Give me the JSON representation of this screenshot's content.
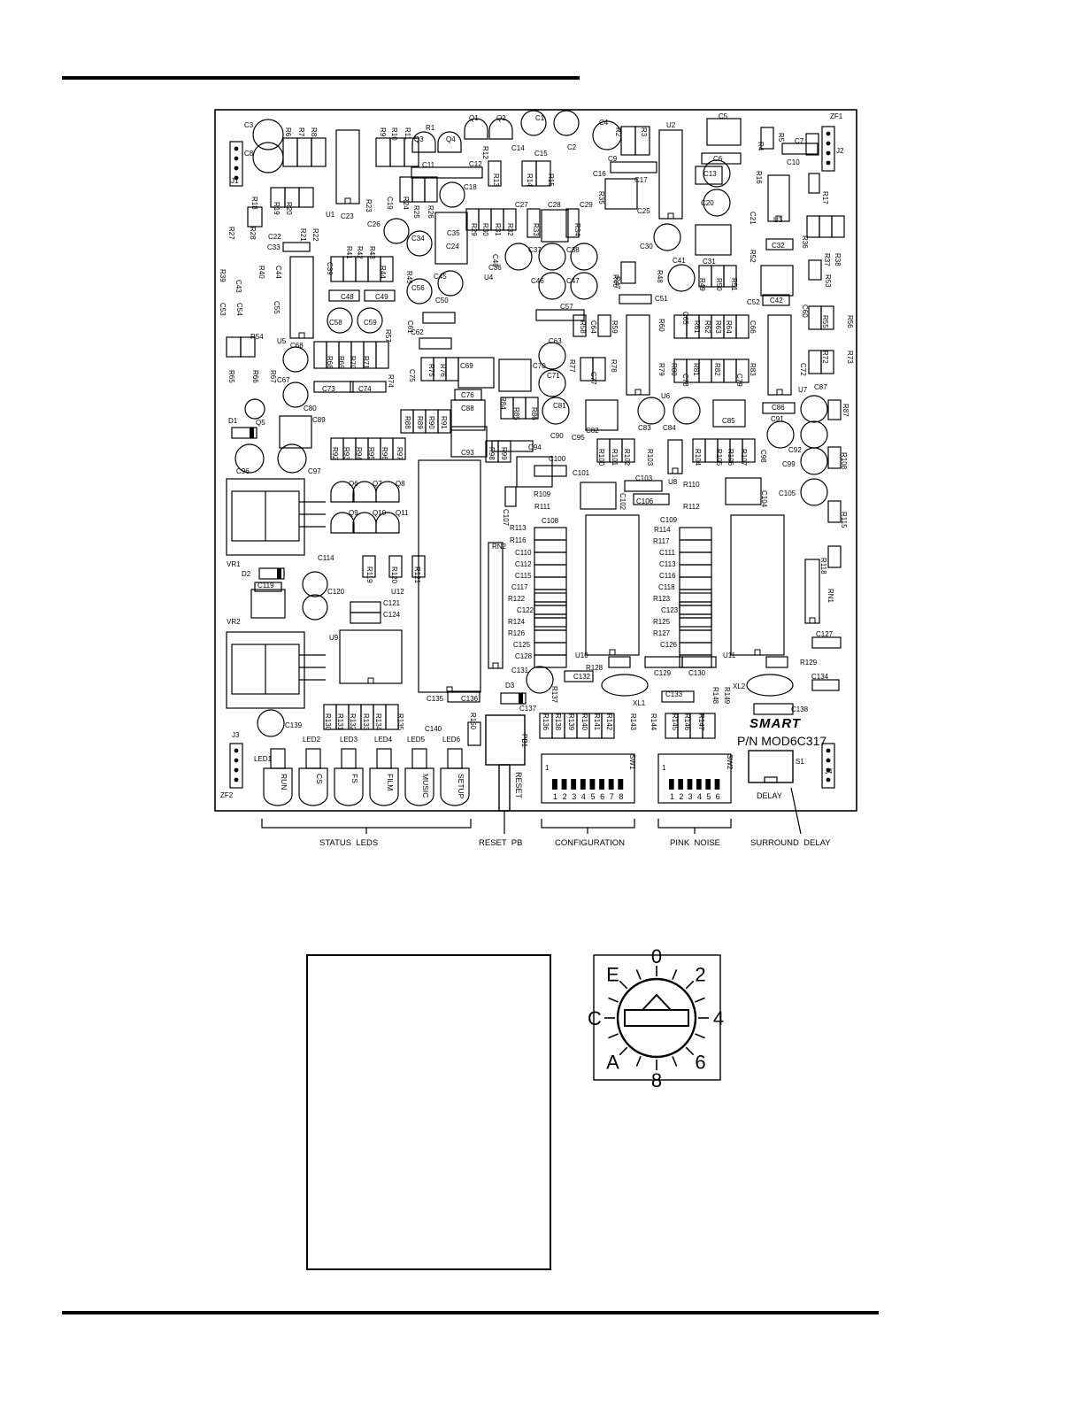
{
  "board": {
    "logo": "SMART",
    "part_number": "P/N MOD6C317",
    "components": [
      {
        "id": "C3"
      },
      {
        "id": "R6"
      },
      {
        "id": "R7"
      },
      {
        "id": "R8"
      },
      {
        "id": "C8"
      },
      {
        "id": "J1"
      },
      {
        "id": "R9"
      },
      {
        "id": "R10"
      },
      {
        "id": "R11"
      },
      {
        "id": "R1"
      },
      {
        "id": "Q1"
      },
      {
        "id": "Q2"
      },
      {
        "id": "Q3"
      },
      {
        "id": "Q4"
      },
      {
        "id": "C1"
      },
      {
        "id": "C2"
      },
      {
        "id": "C4"
      },
      {
        "id": "R2"
      },
      {
        "id": "R3"
      },
      {
        "id": "U2"
      },
      {
        "id": "C5"
      },
      {
        "id": "R4"
      },
      {
        "id": "R5"
      },
      {
        "id": "C7"
      },
      {
        "id": "ZF1"
      },
      {
        "id": "J2"
      },
      {
        "id": "C6"
      },
      {
        "id": "C10"
      },
      {
        "id": "R12"
      },
      {
        "id": "C14"
      },
      {
        "id": "C15"
      },
      {
        "id": "C11"
      },
      {
        "id": "C12"
      },
      {
        "id": "R13"
      },
      {
        "id": "R14"
      },
      {
        "id": "R15"
      },
      {
        "id": "C9"
      },
      {
        "id": "C16"
      },
      {
        "id": "C17"
      },
      {
        "id": "R16"
      },
      {
        "id": "C13"
      },
      {
        "id": "R17"
      },
      {
        "id": "R18"
      },
      {
        "id": "R19"
      },
      {
        "id": "R20"
      },
      {
        "id": "R23"
      },
      {
        "id": "C19"
      },
      {
        "id": "R24"
      },
      {
        "id": "R25"
      },
      {
        "id": "R26"
      },
      {
        "id": "C18"
      },
      {
        "id": "R35"
      },
      {
        "id": "C20"
      },
      {
        "id": "U3"
      },
      {
        "id": "C21"
      },
      {
        "id": "R27"
      },
      {
        "id": "R28"
      },
      {
        "id": "R21"
      },
      {
        "id": "R22"
      },
      {
        "id": "U1"
      },
      {
        "id": "C23"
      },
      {
        "id": "C26"
      },
      {
        "id": "C27"
      },
      {
        "id": "C28"
      },
      {
        "id": "C29"
      },
      {
        "id": "C25"
      },
      {
        "id": "R29"
      },
      {
        "id": "R30"
      },
      {
        "id": "R31"
      },
      {
        "id": "R32"
      },
      {
        "id": "R33"
      },
      {
        "id": "R34"
      },
      {
        "id": "C35"
      },
      {
        "id": "C22"
      },
      {
        "id": "C33"
      },
      {
        "id": "R41"
      },
      {
        "id": "R42"
      },
      {
        "id": "R43"
      },
      {
        "id": "C34"
      },
      {
        "id": "C24"
      },
      {
        "id": "C30"
      },
      {
        "id": "C31"
      },
      {
        "id": "R36"
      },
      {
        "id": "C32"
      },
      {
        "id": "R52"
      },
      {
        "id": "R37"
      },
      {
        "id": "R38"
      },
      {
        "id": "R39"
      },
      {
        "id": "R40"
      },
      {
        "id": "C44"
      },
      {
        "id": "C43"
      },
      {
        "id": "C39"
      },
      {
        "id": "R44"
      },
      {
        "id": "R45"
      },
      {
        "id": "C37"
      },
      {
        "id": "C38"
      },
      {
        "id": "C36"
      },
      {
        "id": "U4"
      },
      {
        "id": "C40"
      },
      {
        "id": "C41"
      },
      {
        "id": "R47"
      },
      {
        "id": "R48"
      },
      {
        "id": "R49"
      },
      {
        "id": "R50"
      },
      {
        "id": "R51"
      },
      {
        "id": "C45"
      },
      {
        "id": "C46"
      },
      {
        "id": "C47"
      },
      {
        "id": "R46"
      },
      {
        "id": "R53"
      },
      {
        "id": "C53"
      },
      {
        "id": "C54"
      },
      {
        "id": "C55"
      },
      {
        "id": "C48"
      },
      {
        "id": "C49"
      },
      {
        "id": "C56"
      },
      {
        "id": "C50"
      },
      {
        "id": "C42"
      },
      {
        "id": "C51"
      },
      {
        "id": "C52"
      },
      {
        "id": "C60"
      },
      {
        "id": "R55"
      },
      {
        "id": "R56"
      },
      {
        "id": "C58"
      },
      {
        "id": "C59"
      },
      {
        "id": "R57"
      },
      {
        "id": "C61"
      },
      {
        "id": "C57"
      },
      {
        "id": "R58"
      },
      {
        "id": "C64"
      },
      {
        "id": "R59"
      },
      {
        "id": "R60"
      },
      {
        "id": "C65"
      },
      {
        "id": "R61"
      },
      {
        "id": "R62"
      },
      {
        "id": "R63"
      },
      {
        "id": "R64"
      },
      {
        "id": "C66"
      },
      {
        "id": "R54"
      },
      {
        "id": "U5"
      },
      {
        "id": "C68"
      },
      {
        "id": "C62"
      },
      {
        "id": "C63"
      },
      {
        "id": "R68"
      },
      {
        "id": "R69"
      },
      {
        "id": "R70"
      },
      {
        "id": "R71"
      },
      {
        "id": "R65"
      },
      {
        "id": "R66"
      },
      {
        "id": "R67"
      },
      {
        "id": "C67"
      },
      {
        "id": "C69"
      },
      {
        "id": "C70"
      },
      {
        "id": "R77"
      },
      {
        "id": "R78"
      },
      {
        "id": "C72"
      },
      {
        "id": "R72"
      },
      {
        "id": "R73"
      },
      {
        "id": "R75"
      },
      {
        "id": "R76"
      },
      {
        "id": "C75"
      },
      {
        "id": "R74"
      },
      {
        "id": "C71"
      },
      {
        "id": "C77"
      },
      {
        "id": "R79"
      },
      {
        "id": "R80"
      },
      {
        "id": "R81"
      },
      {
        "id": "R82"
      },
      {
        "id": "R83"
      },
      {
        "id": "C78"
      },
      {
        "id": "C79"
      },
      {
        "id": "C73"
      },
      {
        "id": "C74"
      },
      {
        "id": "C76"
      },
      {
        "id": "U6"
      },
      {
        "id": "U7"
      },
      {
        "id": "C87"
      },
      {
        "id": "R87"
      },
      {
        "id": "Q5"
      },
      {
        "id": "C80"
      },
      {
        "id": "C88"
      },
      {
        "id": "R84"
      },
      {
        "id": "R85"
      },
      {
        "id": "R86"
      },
      {
        "id": "C81"
      },
      {
        "id": "C86"
      },
      {
        "id": "C83"
      },
      {
        "id": "C84"
      },
      {
        "id": "C85"
      },
      {
        "id": "C91"
      },
      {
        "id": "D1"
      },
      {
        "id": "C89"
      },
      {
        "id": "R88"
      },
      {
        "id": "R89"
      },
      {
        "id": "R90"
      },
      {
        "id": "R91"
      },
      {
        "id": "C82"
      },
      {
        "id": "C90"
      },
      {
        "id": "C95"
      },
      {
        "id": "C94"
      },
      {
        "id": "R92"
      },
      {
        "id": "R93"
      },
      {
        "id": "R94"
      },
      {
        "id": "R95"
      },
      {
        "id": "R96"
      },
      {
        "id": "R97"
      },
      {
        "id": "R98"
      },
      {
        "id": "R99"
      },
      {
        "id": "C93"
      },
      {
        "id": "R100"
      },
      {
        "id": "R101"
      },
      {
        "id": "R102"
      },
      {
        "id": "R103"
      },
      {
        "id": "R104"
      },
      {
        "id": "R105"
      },
      {
        "id": "R106"
      },
      {
        "id": "R107"
      },
      {
        "id": "C98"
      },
      {
        "id": "C92"
      },
      {
        "id": "R108"
      },
      {
        "id": "C96"
      },
      {
        "id": "C97"
      },
      {
        "id": "C100"
      },
      {
        "id": "C101"
      },
      {
        "id": "C99"
      },
      {
        "id": "U8"
      },
      {
        "id": "Q6"
      },
      {
        "id": "Q7"
      },
      {
        "id": "Q8"
      },
      {
        "id": "R109"
      },
      {
        "id": "R111"
      },
      {
        "id": "C102"
      },
      {
        "id": "C103"
      },
      {
        "id": "C106"
      },
      {
        "id": "R110"
      },
      {
        "id": "R112"
      },
      {
        "id": "C104"
      },
      {
        "id": "C105"
      },
      {
        "id": "C107"
      },
      {
        "id": "Q9"
      },
      {
        "id": "Q10"
      },
      {
        "id": "Q11"
      },
      {
        "id": "R113"
      },
      {
        "id": "C108"
      },
      {
        "id": "C109"
      },
      {
        "id": "R115"
      },
      {
        "id": "R116"
      },
      {
        "id": "R114"
      },
      {
        "id": "R117"
      },
      {
        "id": "RN2"
      },
      {
        "id": "C110"
      },
      {
        "id": "C112"
      },
      {
        "id": "C115"
      },
      {
        "id": "C111"
      },
      {
        "id": "C113"
      },
      {
        "id": "C116"
      },
      {
        "id": "R118"
      },
      {
        "id": "VR1"
      },
      {
        "id": "C114"
      },
      {
        "id": "R119"
      },
      {
        "id": "R120"
      },
      {
        "id": "R121"
      },
      {
        "id": "D2"
      },
      {
        "id": "C119"
      },
      {
        "id": "C117"
      },
      {
        "id": "C118"
      },
      {
        "id": "RN1"
      },
      {
        "id": "C120"
      },
      {
        "id": "U12"
      },
      {
        "id": "R122"
      },
      {
        "id": "R123"
      },
      {
        "id": "C121"
      },
      {
        "id": "C124"
      },
      {
        "id": "C122"
      },
      {
        "id": "C123"
      },
      {
        "id": "R124"
      },
      {
        "id": "R125"
      },
      {
        "id": "VR2"
      },
      {
        "id": "U9"
      },
      {
        "id": "R126"
      },
      {
        "id": "R127"
      },
      {
        "id": "C125"
      },
      {
        "id": "C126"
      },
      {
        "id": "C127"
      },
      {
        "id": "C128"
      },
      {
        "id": "U10"
      },
      {
        "id": "U11"
      },
      {
        "id": "R128"
      },
      {
        "id": "R129"
      },
      {
        "id": "C129"
      },
      {
        "id": "C130"
      },
      {
        "id": "C131"
      },
      {
        "id": "C132"
      },
      {
        "id": "R137"
      },
      {
        "id": "XL1"
      },
      {
        "id": "C133"
      },
      {
        "id": "R148"
      },
      {
        "id": "R149"
      },
      {
        "id": "XL2"
      },
      {
        "id": "C134"
      },
      {
        "id": "D3"
      },
      {
        "id": "C135"
      },
      {
        "id": "C136"
      },
      {
        "id": "C137"
      },
      {
        "id": "C138"
      },
      {
        "id": "C139"
      },
      {
        "id": "R130"
      },
      {
        "id": "R131"
      },
      {
        "id": "R132"
      },
      {
        "id": "R133"
      },
      {
        "id": "R134"
      },
      {
        "id": "R135"
      },
      {
        "id": "C140"
      },
      {
        "id": "R150"
      },
      {
        "id": "R136"
      },
      {
        "id": "R138"
      },
      {
        "id": "R139"
      },
      {
        "id": "R140"
      },
      {
        "id": "R141"
      },
      {
        "id": "R142"
      },
      {
        "id": "R143"
      },
      {
        "id": "R144"
      },
      {
        "id": "R145"
      },
      {
        "id": "R146"
      },
      {
        "id": "R147"
      },
      {
        "id": "J3"
      },
      {
        "id": "ZF2"
      },
      {
        "id": "LED1"
      },
      {
        "id": "LED2"
      },
      {
        "id": "LED3"
      },
      {
        "id": "LED4"
      },
      {
        "id": "LED5"
      },
      {
        "id": "LED6"
      },
      {
        "id": "PB1"
      },
      {
        "id": "SW1"
      },
      {
        "id": "SW2"
      },
      {
        "id": "S1"
      },
      {
        "id": "J4"
      }
    ],
    "led_labels": [
      "RUN",
      "CS",
      "FS",
      "FILM",
      "MUSIC",
      "SETUP"
    ],
    "reset_label": "RESET",
    "sw1_positions": [
      "1",
      "2",
      "3",
      "4",
      "5",
      "6",
      "7",
      "8"
    ],
    "sw2_positions": [
      "1",
      "2",
      "3",
      "4",
      "5",
      "6"
    ],
    "delay_label": "DELAY",
    "pin_one_marker": "1"
  },
  "callouts": [
    {
      "id": "status-leds",
      "label": "STATUS  LEDS"
    },
    {
      "id": "reset-pb",
      "label": "RESET  PB"
    },
    {
      "id": "configuration",
      "label": "CONFIGURATION"
    },
    {
      "id": "pink-noise",
      "label": "PINK  NOISE"
    },
    {
      "id": "surround-delay",
      "label": "SURROUND  DELAY"
    }
  ],
  "rotary_switch": {
    "positions": [
      "0",
      "2",
      "4",
      "6",
      "8",
      "A",
      "C",
      "E"
    ]
  }
}
